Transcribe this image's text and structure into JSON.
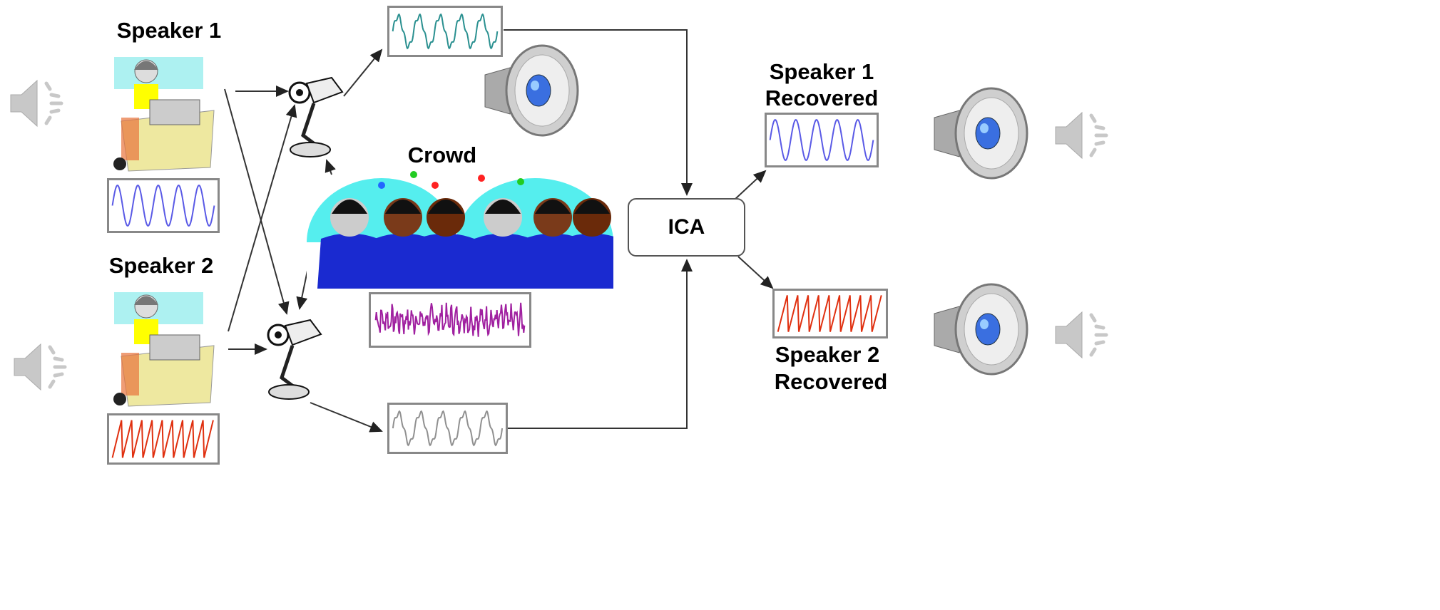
{
  "labels": {
    "speaker1": "Speaker 1",
    "speaker2": "Speaker 2",
    "crowd": "Crowd",
    "ica": "ICA",
    "recovered1_line1": "Speaker 1",
    "recovered1_line2": "Recovered",
    "recovered2_line1": "Speaker 2",
    "recovered2_line2": "Recovered"
  },
  "icons": [
    "speaker-icon",
    "loudspeaker-icon",
    "microphone-icon",
    "crowd-clipart",
    "person-at-desk-clipart"
  ],
  "colors": {
    "speaker1_wave": "#5a5ae6",
    "speaker2_wave": "#e03010",
    "mixed1_wave": "#2a9090",
    "mixed2_wave": "#909090",
    "crowd_wave": "#a020a0",
    "speaker_cone": "#3a6fe0"
  }
}
